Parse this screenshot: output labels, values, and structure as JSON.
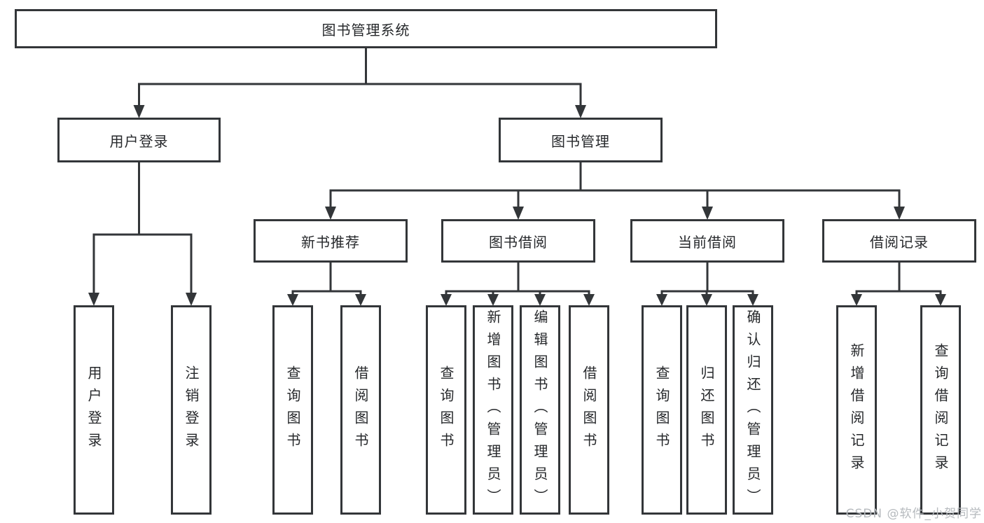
{
  "tree": {
    "root": {
      "label": "图书管理系统"
    },
    "branches": [
      {
        "label": "用户登录",
        "children": [
          "用户登录",
          "注销登录"
        ]
      },
      {
        "label": "图书管理",
        "sections": [
          {
            "label": "新书推荐",
            "children": [
              "查询图书",
              "借阅图书"
            ]
          },
          {
            "label": "图书借阅",
            "children": [
              "查询图书",
              "新增图书（管理员）",
              "编辑图书（管理员）",
              "借阅图书"
            ]
          },
          {
            "label": "当前借阅",
            "children": [
              "查询图书",
              "归还图书",
              "确认归还（管理员）"
            ]
          },
          {
            "label": "借阅记录",
            "children": [
              "新增借阅记录",
              "查询借阅记录"
            ]
          }
        ]
      }
    ]
  },
  "watermark": "CSDN @软件_小贺同学",
  "colors": {
    "line": "#333639",
    "text": "#26282b",
    "background": "#ffffff",
    "watermark": "#b6babe"
  }
}
